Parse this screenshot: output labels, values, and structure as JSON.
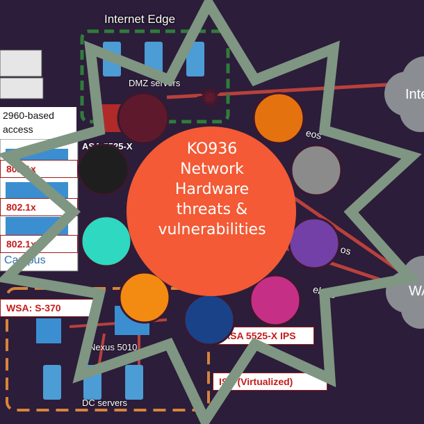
{
  "title": {
    "line1": "KO936",
    "line2": "Network",
    "line3": "Hardware",
    "line4": "threats &",
    "line5": "vulnerabilities"
  },
  "diagram": {
    "internet_edge": "Internet Edge",
    "dmz_servers": "DMZ servers",
    "access": "2960-based\naccess",
    "campus": "Campus",
    "asa_label": "ASA 5525-X",
    "wsa_label": "WSA: S-370",
    "ips_label": "ASA 5525-X IPS",
    "ise_label": "ISE (Virtualized)",
    "nexus": "Nexus 5010",
    "dc_servers": "DC servers",
    "dot1x": [
      "802.1x",
      "802.1x",
      "802.1x"
    ],
    "cloud_top": "Internet",
    "cloud_bottom": "WAN",
    "eos": "eos",
    "os_right": "os",
    "ebios": "ebios"
  },
  "colors": {
    "background": "#2c1d3a",
    "star": "#7f9682",
    "title_circle": "#f35a35",
    "circle_ring": "#3a1830",
    "circles": [
      "#5e1a2c",
      "#e4730f",
      "#8b8b8b",
      "#7240a6",
      "#c62f86",
      "#1a4289",
      "#f38a12",
      "#2fd8c0",
      "#1e1e1e"
    ]
  }
}
